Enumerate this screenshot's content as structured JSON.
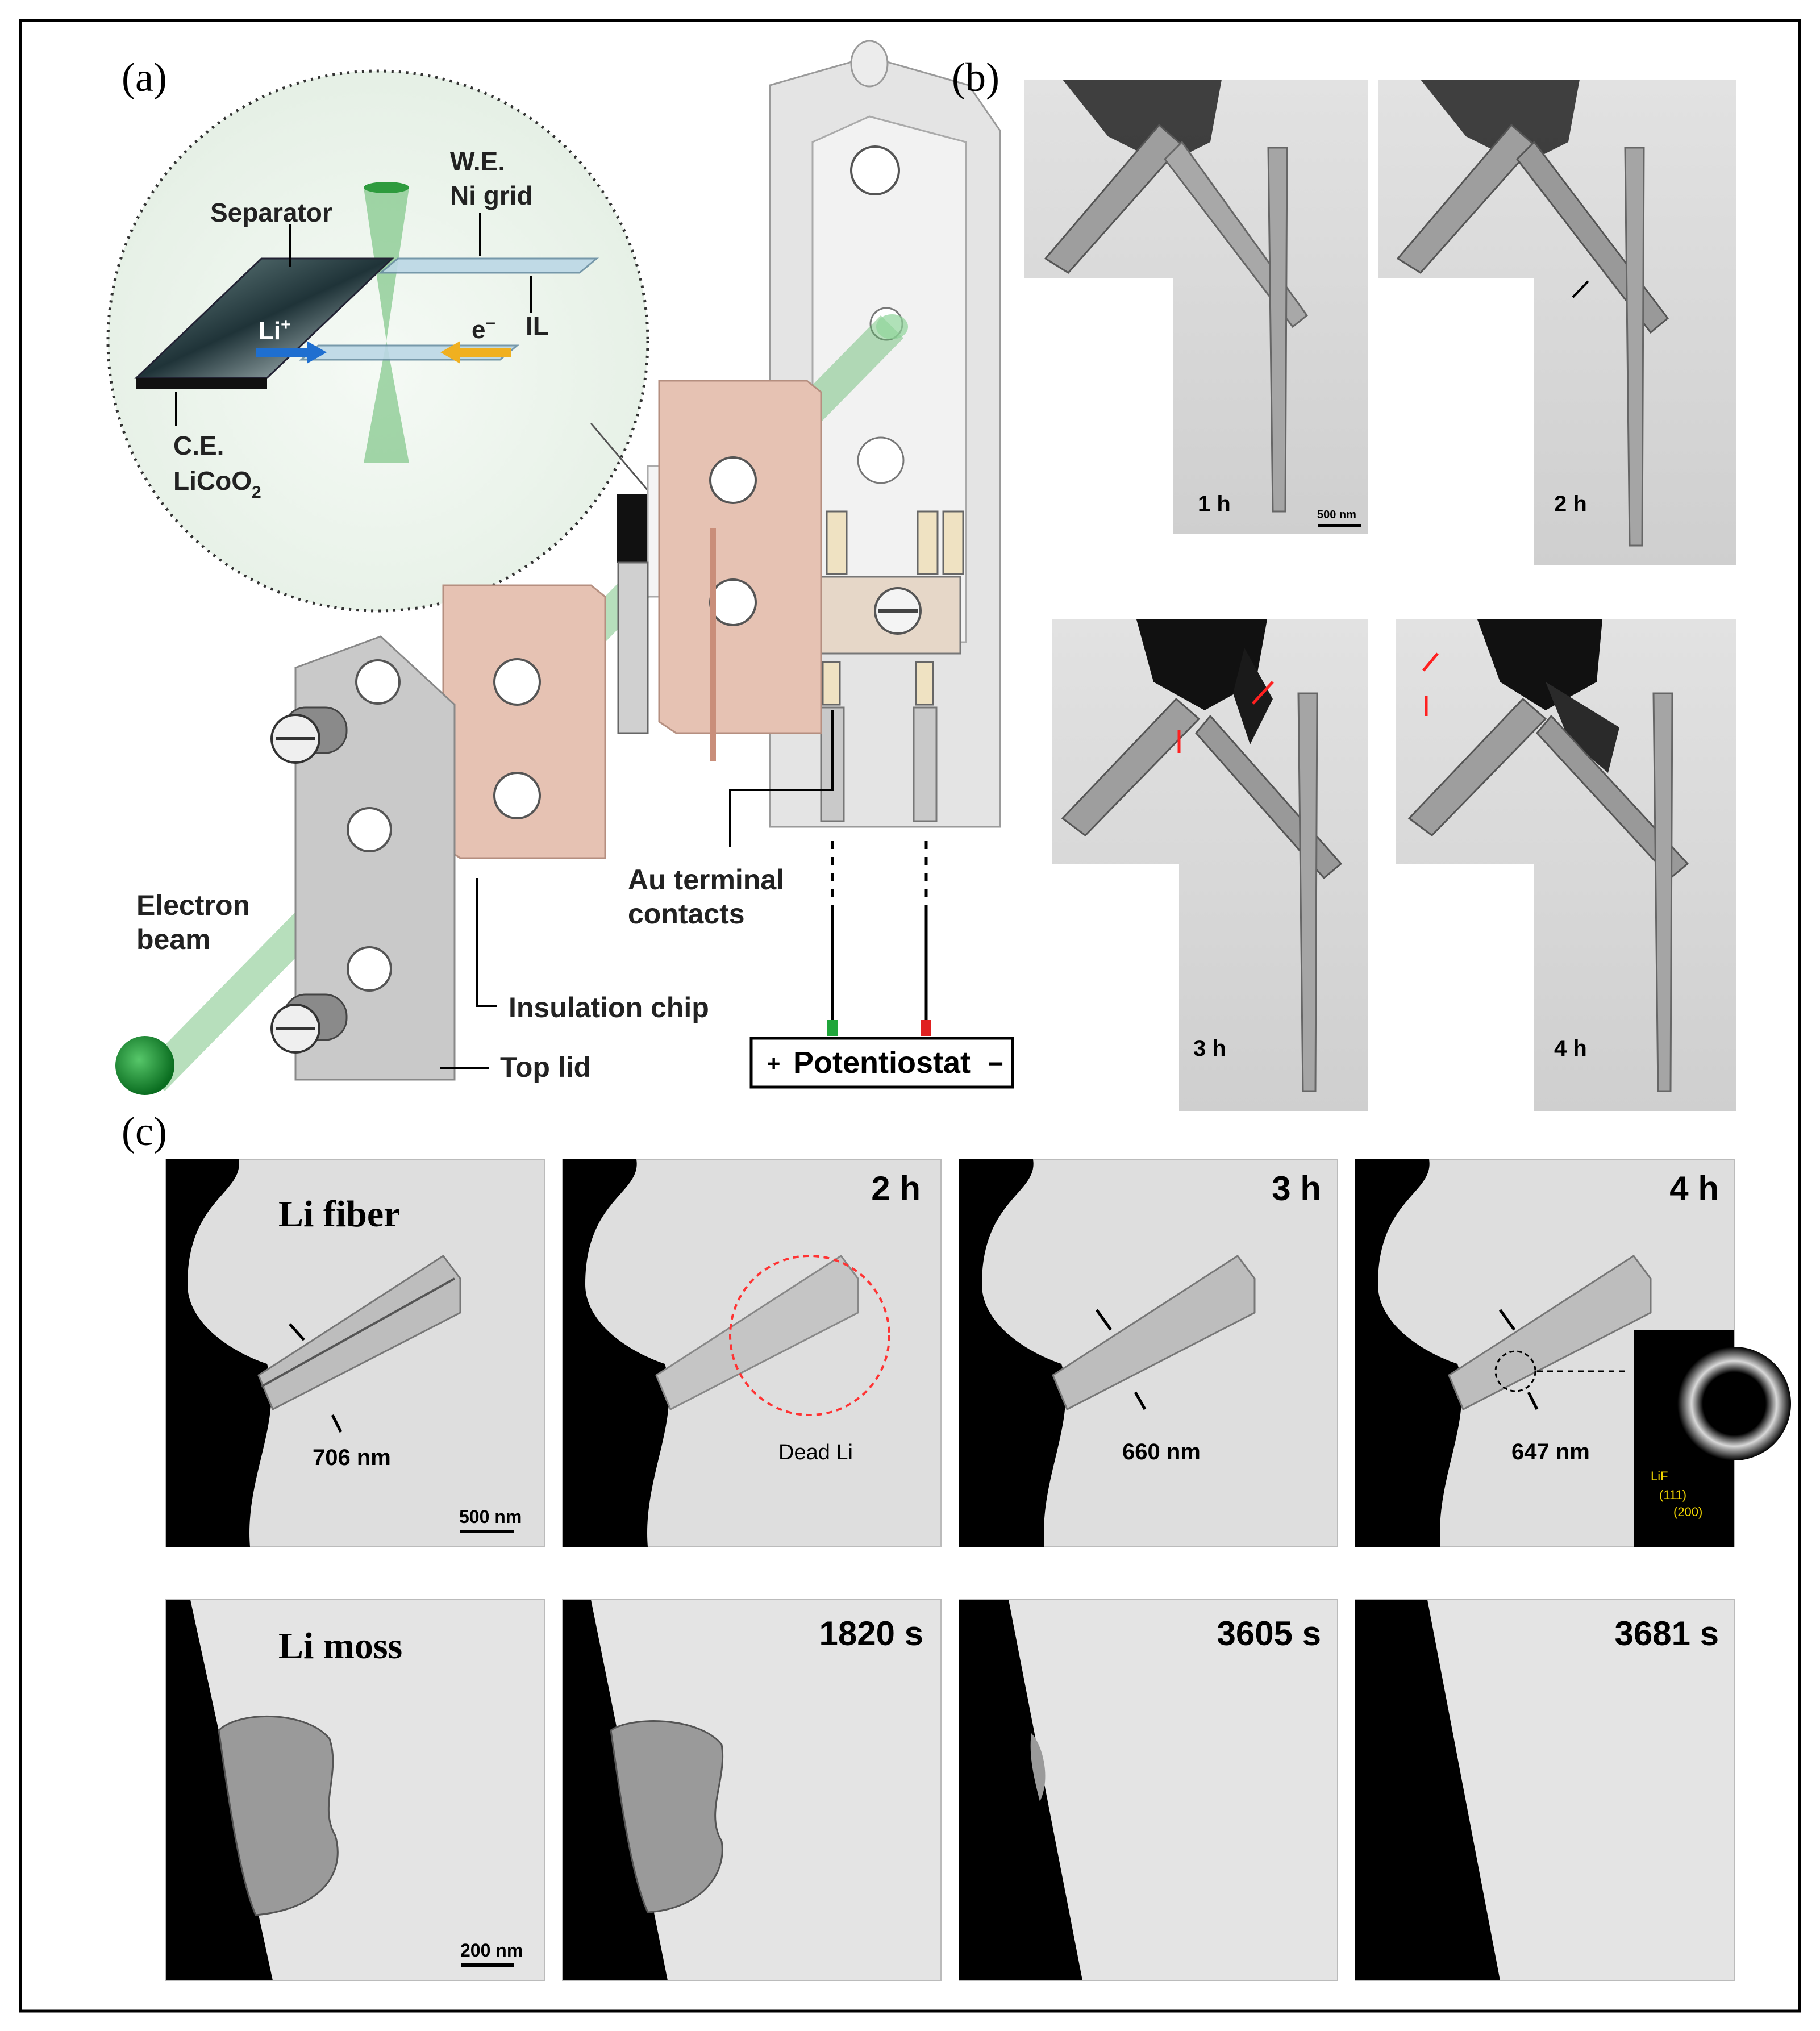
{
  "panels": {
    "a": {
      "label": "(a)",
      "inset": {
        "separator": "Separator",
        "we_line1": "W.E.",
        "we_line2": "Ni grid",
        "il": "IL",
        "li_ion": "Li",
        "li_ion_sup": "+",
        "electron": "e",
        "electron_sup": "−",
        "ce_line1": "C.E.",
        "ce_line2": "LiCoO",
        "ce_sub": "2"
      },
      "electron_beam_line1": "Electron",
      "electron_beam_line2": "beam",
      "insulation_chip": "Insulation chip",
      "top_lid": "Top lid",
      "au_line1": "Au terminal",
      "au_line2": "contacts",
      "potentiostat": "Potentiostat",
      "plus": "+",
      "minus": "−"
    },
    "b": {
      "label": "(b)",
      "frames": [
        "1 h",
        "2 h",
        "3 h",
        "4 h"
      ],
      "scale_bar": "500 nm"
    },
    "c": {
      "label": "(c)",
      "fiber_row": {
        "title": "Li fiber",
        "frames": [
          "2 h",
          "3 h",
          "4 h"
        ],
        "measure_1": "706 nm",
        "measure_3": "660 nm",
        "measure_4": "647 nm",
        "dead_li": "Dead Li",
        "scale_bar": "500 nm",
        "saed_lif": "LiF",
        "saed_111": "(111)",
        "saed_200": "(200)"
      },
      "moss_row": {
        "title": "Li moss",
        "frames": [
          "1820 s",
          "3605 s",
          "3681 s"
        ],
        "scale_bar": "200 nm"
      }
    }
  },
  "colors": {
    "beam_green": "#2e8b3a",
    "chip_pink": "#e6c2b3",
    "holder_grey": "#d6d6d6",
    "dead_li_circle": "#ff3333",
    "red_arrow": "#ff2020",
    "saed_label": "#f2d600"
  }
}
